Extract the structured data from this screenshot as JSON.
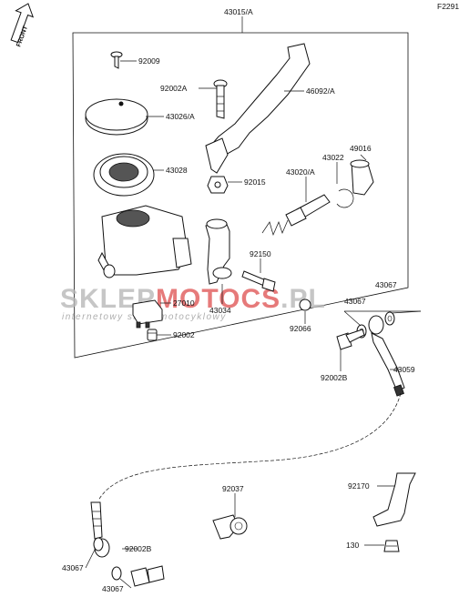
{
  "figure_code": "F2291",
  "front_label": "FRONT",
  "watermark": {
    "part1": "SKLEP",
    "part2": "MOTO",
    "part3": "CS",
    "part4": ".PL",
    "subtitle": "internetowy sklep motocyklowy",
    "gray": "#b8b8b8",
    "red": "#e05a5a"
  },
  "parts": [
    {
      "id": "p43015",
      "label": "43015/A"
    },
    {
      "id": "p92009",
      "label": "92009"
    },
    {
      "id": "p92002A",
      "label": "92002A"
    },
    {
      "id": "p46092",
      "label": "46092/A"
    },
    {
      "id": "p43026",
      "label": "43026/A"
    },
    {
      "id": "p43028",
      "label": "43028"
    },
    {
      "id": "p49016",
      "label": "49016"
    },
    {
      "id": "p43022",
      "label": "43022"
    },
    {
      "id": "p43020",
      "label": "43020/A"
    },
    {
      "id": "p92015",
      "label": "92015"
    },
    {
      "id": "p92150",
      "label": "92150"
    },
    {
      "id": "p27010",
      "label": "27010"
    },
    {
      "id": "p43034",
      "label": "43034"
    },
    {
      "id": "p92066",
      "label": "92066"
    },
    {
      "id": "p92002",
      "label": "92002"
    },
    {
      "id": "p43067a",
      "label": "43067"
    },
    {
      "id": "p43067b",
      "label": "43067"
    },
    {
      "id": "p92002B",
      "label": "92002B"
    },
    {
      "id": "p43059",
      "label": "43059"
    },
    {
      "id": "p92037",
      "label": "92037"
    },
    {
      "id": "p92170",
      "label": "92170"
    },
    {
      "id": "p130",
      "label": "130"
    },
    {
      "id": "p43067c",
      "label": "43067"
    },
    {
      "id": "p92002Bb",
      "label": "92002B"
    },
    {
      "id": "p43067d",
      "label": "43067"
    }
  ]
}
